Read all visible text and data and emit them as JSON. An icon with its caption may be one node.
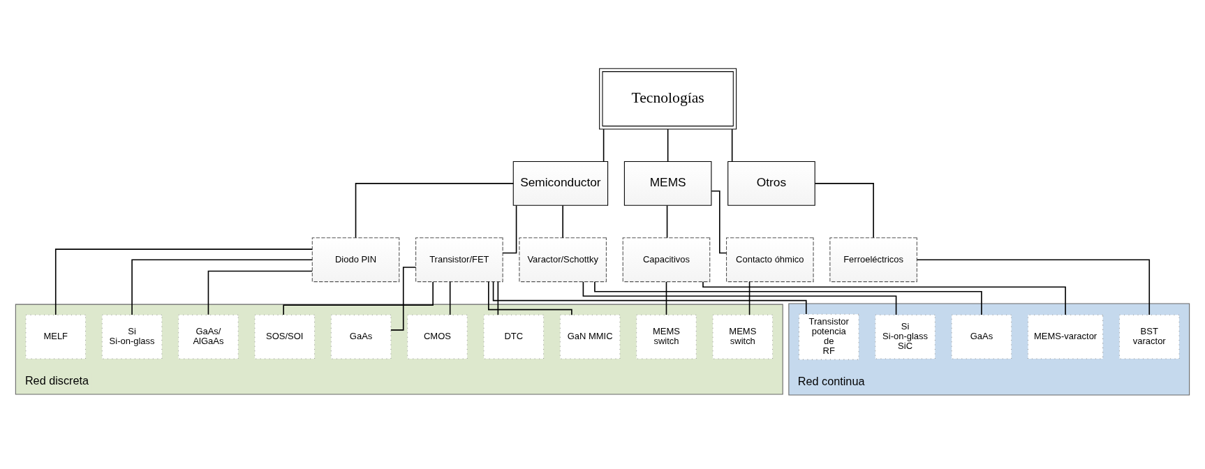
{
  "diagram": {
    "nodes": [
      {
        "text": [
          "Tecnologías"
        ]
      },
      {
        "text": [
          "Semiconductor"
        ]
      },
      {
        "text": [
          "MEMS"
        ]
      },
      {
        "text": [
          "Otros"
        ]
      },
      {
        "text": [
          "Diodo PIN"
        ]
      },
      {
        "text": [
          "Transistor/FET"
        ]
      },
      {
        "text": [
          "Varactor/Schottky"
        ]
      },
      {
        "text": [
          "Capacitivos"
        ]
      },
      {
        "text": [
          "Contacto óhmico"
        ]
      },
      {
        "text": [
          "Ferroeléctricos"
        ]
      },
      {
        "text": [
          "Red continua"
        ]
      },
      {
        "text": [
          "Transistor potencia de RF"
        ],
        "in": 10
      },
      {
        "text": [
          "Si Si-on-glass SiC"
        ],
        "in": 10
      },
      {
        "text": [
          "GaAs"
        ],
        "in": 10
      },
      {
        "text": [
          "MEMS-varactor"
        ],
        "in": 10
      },
      {
        "text": [
          "BST varactor"
        ],
        "in": 10
      },
      {
        "text": [
          "Red discreta"
        ]
      },
      {
        "text": [
          "MELF"
        ],
        "in": 16
      },
      {
        "text": [
          "Si Si-on-glass"
        ],
        "in": 16
      },
      {
        "text": [
          "GaAs/ AlGaAs"
        ],
        "in": 16
      },
      {
        "text": [
          "SOS/SOI"
        ],
        "in": 16
      },
      {
        "text": [
          "GaAs"
        ],
        "in": 16
      },
      {
        "text": [
          "CMOS"
        ],
        "in": 16
      },
      {
        "text": [
          "DTC"
        ],
        "in": 16
      },
      {
        "text": [
          "GaN MMIC"
        ],
        "in": 16
      },
      {
        "text": [
          "MEMS switch"
        ],
        "in": 16
      },
      {
        "text": [
          "MEMS switch"
        ],
        "in": 16
      }
    ],
    "edges": [
      {
        "from": 0,
        "to": 1,
        "arrow": "none"
      },
      {
        "from": 0,
        "to": 2,
        "arrow": "none"
      },
      {
        "from": 0,
        "to": 3,
        "arrow": "none"
      },
      {
        "from": 1,
        "to": 4,
        "arrow": "none"
      },
      {
        "from": 1,
        "to": 5,
        "arrow": "none"
      },
      {
        "from": 1,
        "to": 6,
        "arrow": "none"
      },
      {
        "from": 2,
        "to": 7,
        "arrow": "none"
      },
      {
        "from": 2,
        "to": 8,
        "arrow": "none"
      },
      {
        "from": 3,
        "to": 9,
        "arrow": "none"
      },
      {
        "from": 4,
        "to": 17,
        "arrow": "none"
      },
      {
        "from": 4,
        "to": 18,
        "arrow": "none"
      },
      {
        "from": 4,
        "to": 19,
        "arrow": "none"
      },
      {
        "from": 5,
        "to": 11,
        "arrow": "none"
      },
      {
        "from": 5,
        "to": 20,
        "arrow": "none"
      },
      {
        "from": 5,
        "to": 21,
        "arrow": "none"
      },
      {
        "from": 5,
        "to": 22,
        "arrow": "none"
      },
      {
        "from": 5,
        "to": 23,
        "arrow": "none"
      },
      {
        "from": 5,
        "to": 24,
        "arrow": "none"
      },
      {
        "from": 6,
        "to": 12,
        "arrow": "none"
      },
      {
        "from": 6,
        "to": 13,
        "arrow": "none"
      },
      {
        "from": 7,
        "to": 14,
        "arrow": "none"
      },
      {
        "from": 7,
        "to": 25,
        "arrow": "none"
      },
      {
        "from": 8,
        "to": 26,
        "arrow": "none"
      },
      {
        "from": 9,
        "to": 15,
        "arrow": "none"
      }
    ]
  }
}
